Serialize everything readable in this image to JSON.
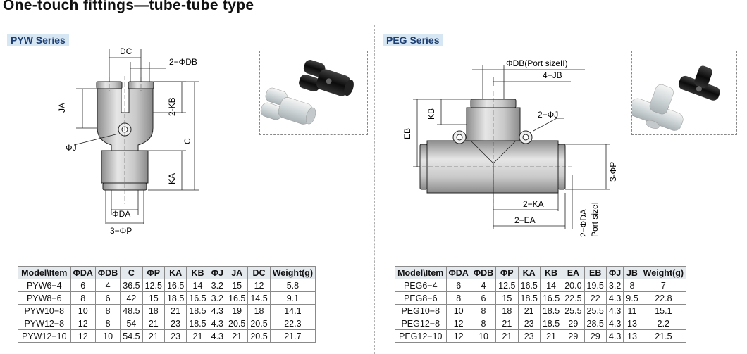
{
  "title": "One-touch fittings—tube-tube type",
  "pyw": {
    "series": "PYW Series",
    "labels": {
      "dc": "DC",
      "db": "2−ΦDB",
      "ja": "JA",
      "kb": "2-KB",
      "c": "C",
      "ka": "KA",
      "j": "ΦJ",
      "da": "ΦDA",
      "p": "3−ΦP"
    },
    "table": {
      "headers": [
        "Model\\Item",
        "ΦDA",
        "ΦDB",
        "C",
        "ΦP",
        "KA",
        "KB",
        "ΦJ",
        "JA",
        "DC",
        "Weight(g)"
      ],
      "rows": [
        [
          "PYW6−4",
          "6",
          "4",
          "36.5",
          "12.5",
          "16.5",
          "14",
          "3.2",
          "15",
          "12",
          "5.8"
        ],
        [
          "PYW8−6",
          "8",
          "6",
          "42",
          "15",
          "18.5",
          "16.5",
          "3.2",
          "16.5",
          "14.5",
          "9.1"
        ],
        [
          "PYW10−8",
          "10",
          "8",
          "48.5",
          "18",
          "21",
          "18.5",
          "4.3",
          "19",
          "18",
          "14.1"
        ],
        [
          "PYW12−8",
          "12",
          "8",
          "54",
          "21",
          "23",
          "18.5",
          "4.3",
          "20.5",
          "20.5",
          "22.3"
        ],
        [
          "PYW12−10",
          "12",
          "10",
          "54.5",
          "21",
          "23",
          "21",
          "4.3",
          "21",
          "20.5",
          "21.7"
        ]
      ]
    }
  },
  "peg": {
    "series": "PEG Series",
    "labels": {
      "db": "ΦDB(Port sizeII)",
      "jb": "4−JB",
      "kb": "KB",
      "j": "2−ΦJ",
      "eb": "EB",
      "p": "3-ΦP",
      "ka": "2−KA",
      "ea": "2−EA",
      "da": "2−ΦDA",
      "port": "Port sizeI"
    },
    "table": {
      "headers": [
        "Model\\Item",
        "ΦDA",
        "ΦDB",
        "ΦP",
        "KA",
        "KB",
        "EA",
        "EB",
        "ΦJ",
        "JB",
        "Weight(g)"
      ],
      "rows": [
        [
          "PEG6−4",
          "6",
          "4",
          "12.5",
          "16.5",
          "14",
          "20.0",
          "19.5",
          "3.2",
          "8",
          "7"
        ],
        [
          "PEG8−6",
          "8",
          "6",
          "15",
          "18.5",
          "16.5",
          "22.5",
          "22",
          "4.3",
          "9.5",
          "22.8"
        ],
        [
          "PEG10−8",
          "10",
          "8",
          "18",
          "21",
          "18.5",
          "25.5",
          "25.5",
          "4.3",
          "11",
          "15.1"
        ],
        [
          "PEG12−8",
          "12",
          "8",
          "21",
          "23",
          "18.5",
          "29",
          "28.5",
          "4.3",
          "13",
          "2.2"
        ],
        [
          "PEG12−10",
          "12",
          "10",
          "21",
          "23",
          "21",
          "29",
          "29",
          "4.3",
          "13",
          "21.5"
        ]
      ]
    }
  },
  "colors": {
    "series_tag_bg": "#d6e6f3",
    "table_header_bg": "#e4e9ee",
    "body_gray": "#c8c8c8"
  }
}
